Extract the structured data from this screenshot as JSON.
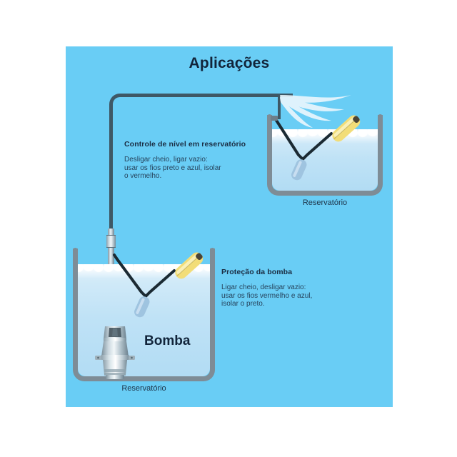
{
  "figure": {
    "title": "Aplicações",
    "background_color": "#69cdf5",
    "title_color": "#11243a"
  },
  "notes": [
    {
      "id": "level-control",
      "heading": "Controle de nível em reservatório",
      "body": "Desligar  cheio, ligar vazio:\nusar os fios preto e azul, isolar\no vermelho."
    },
    {
      "id": "pump-protection",
      "heading": "Proteção da bomba",
      "body": "Ligar cheio, desligar vazio:\nusar os fios vermelho e azul,\nisolar o preto."
    }
  ],
  "tanks": [
    {
      "id": "upper-reservoir",
      "label": "Reservatório"
    },
    {
      "id": "lower-reservoir",
      "label": "Reservatório"
    }
  ],
  "equipment": {
    "pump_label": "Bomba",
    "pipe_color": "#3e5866",
    "tank_wall_color": "#7e8c96",
    "float_body_color": "#f2dd78",
    "float_weight_color": "#9fc4e0",
    "cable_color": "#1b2a33",
    "water_color": "#bfe2f6"
  }
}
